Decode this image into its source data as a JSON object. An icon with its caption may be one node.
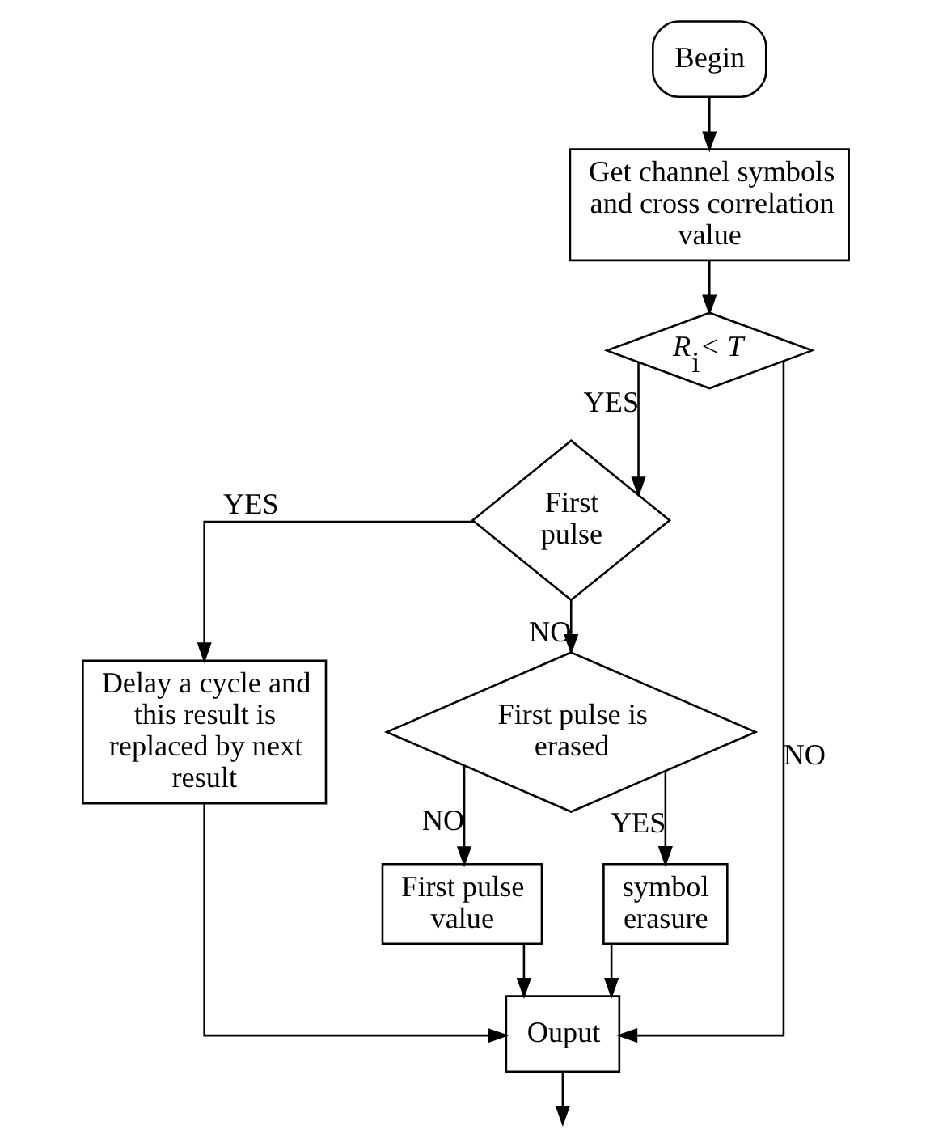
{
  "diagram": {
    "nodes": [
      {
        "text": [
          "Begin"
        ]
      },
      {
        "text": [
          "Get channel symbols and cross correlation value"
        ]
      },
      {
        "text": [
          "*R*$_{i}$*< T*"
        ]
      },
      {
        "text": [
          "First pulse"
        ]
      },
      {
        "text": [
          "Delay a cycle and this result is replaced by next result"
        ]
      },
      {
        "text": [
          "First pulse is erased"
        ]
      },
      {
        "text": [
          "First pulse value"
        ]
      },
      {
        "text": [
          "symbol erasure"
        ]
      },
      {
        "text": [
          "Ouput"
        ]
      }
    ],
    "edges": [
      {
        "from": 0,
        "to": 1,
        "arrow": "to"
      },
      {
        "from": 1,
        "to": 2,
        "arrow": "to"
      },
      {
        "from": 2,
        "to": 8,
        "label": "NO",
        "arrow": "to"
      },
      {
        "from": 2,
        "to": 3,
        "label": "YES",
        "arrow": "to"
      },
      {
        "from": 3,
        "to": 4,
        "label": "YES",
        "arrow": "to"
      },
      {
        "from": 3,
        "to": 5,
        "label": "NO",
        "arrow": "to"
      },
      {
        "from": 5,
        "to": 6,
        "label": "NO",
        "arrow": "to"
      },
      {
        "from": 5,
        "to": 7,
        "label": "YES",
        "arrow": "to"
      },
      {
        "from": 4,
        "to": 8,
        "arrow": "to"
      },
      {
        "from": 6,
        "to": 8,
        "arrow": "to"
      },
      {
        "from": 7,
        "to": 8,
        "arrow": "to"
      },
      {
        "from": 8,
        "to": null,
        "arrow": "to"
      }
    ]
  }
}
